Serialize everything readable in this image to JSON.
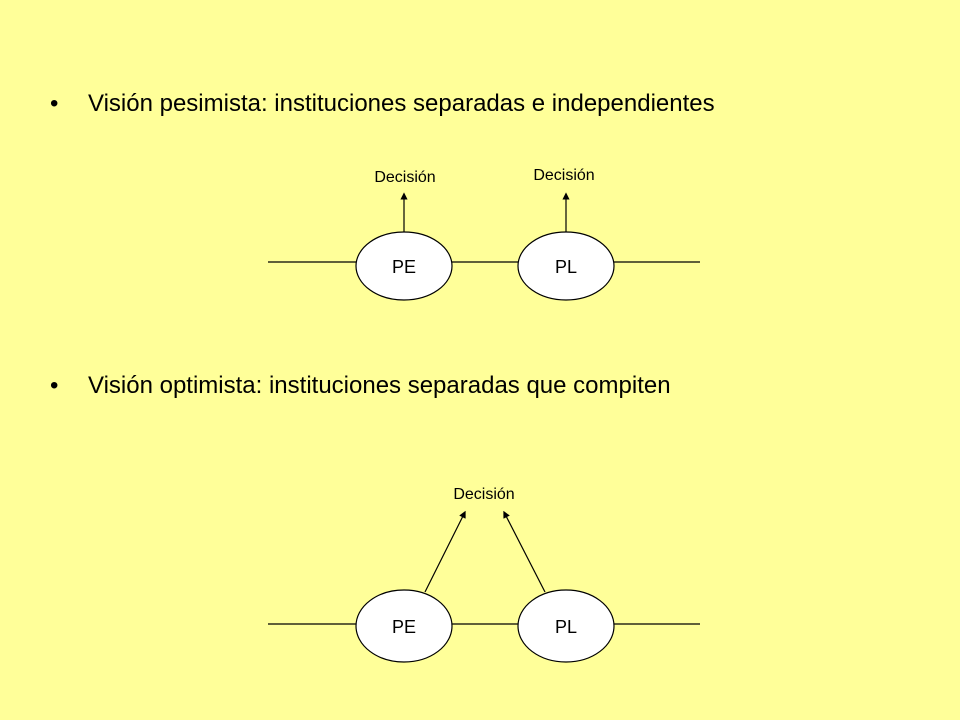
{
  "bullets": [
    {
      "marker": "•",
      "text": "Visión pesimista: instituciones separadas e independientes"
    },
    {
      "marker": "•",
      "text": "Visión optimista: instituciones separadas que compiten"
    }
  ],
  "diagram1": {
    "nodes": [
      "PE",
      "PL"
    ],
    "decision_labels": [
      "Decisión",
      "Decisión"
    ]
  },
  "diagram2": {
    "nodes": [
      "PE",
      "PL"
    ],
    "decision_label": "Decisión"
  },
  "colors": {
    "background": "#ffff99",
    "node_fill": "#ffffff",
    "stroke": "#000000"
  }
}
